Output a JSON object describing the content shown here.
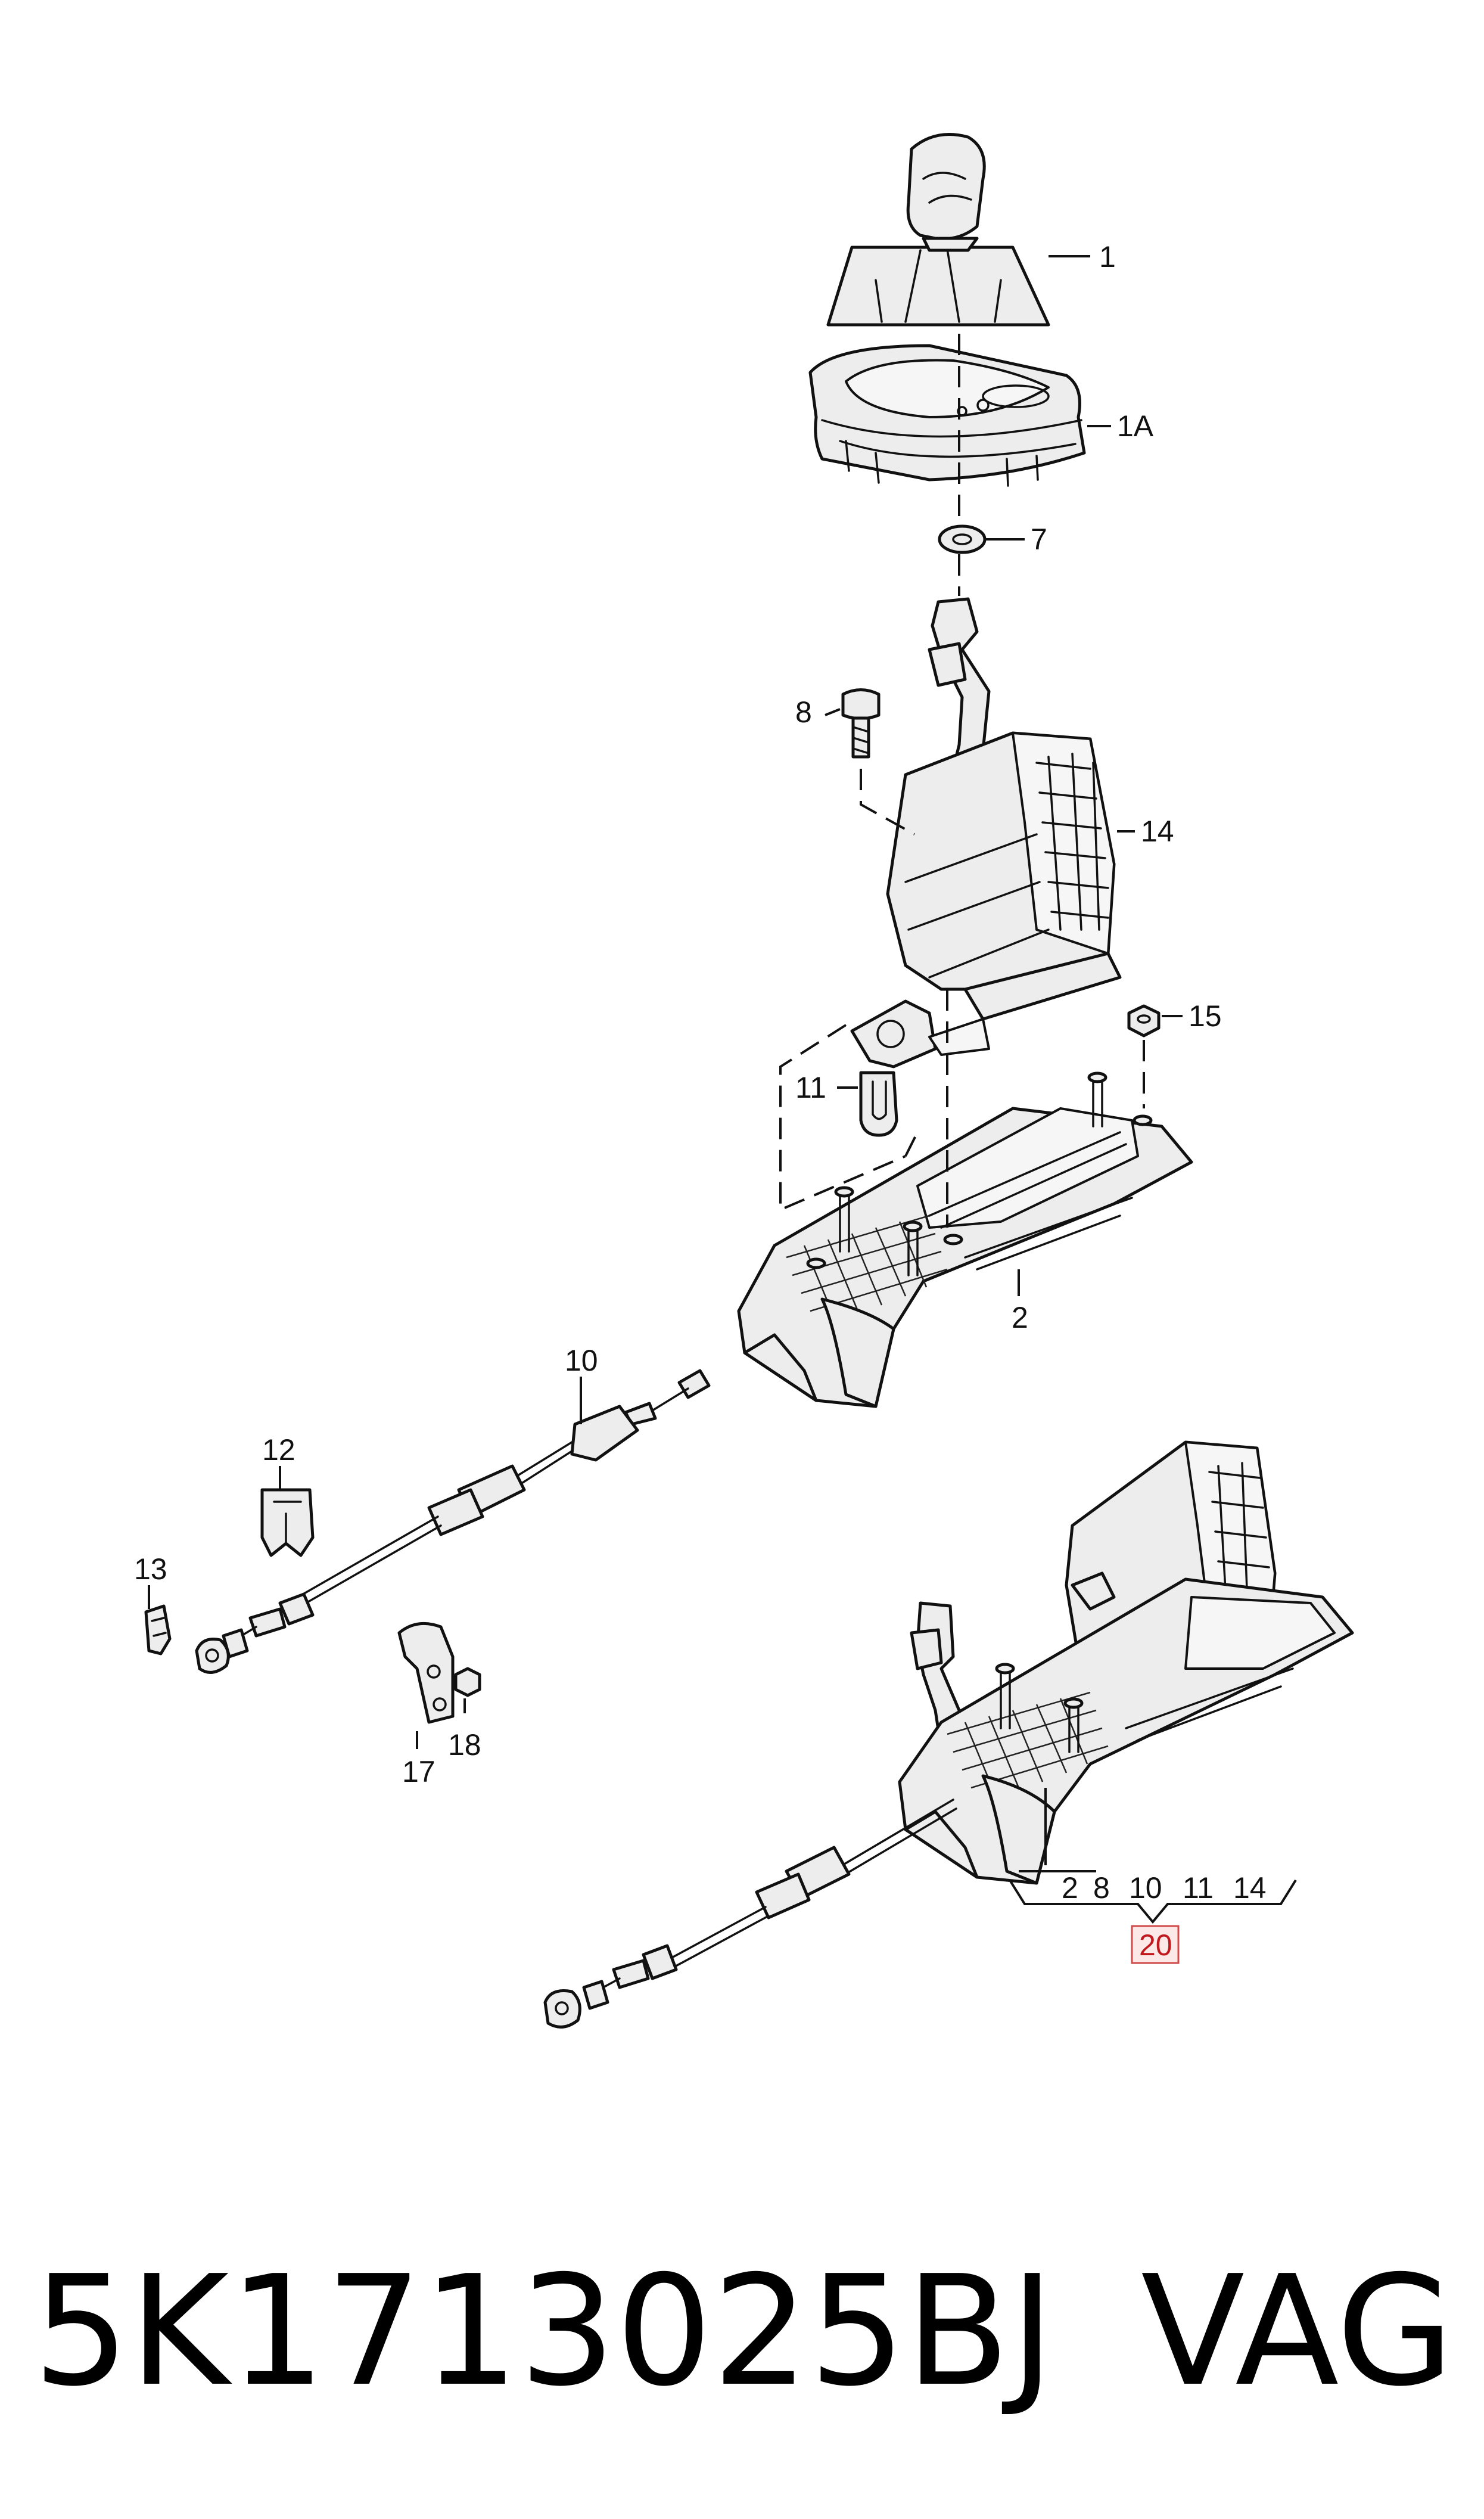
{
  "callouts": {
    "c1": "1",
    "c1a": "1A",
    "c7": "7",
    "c8": "8",
    "c14": "14",
    "c15": "15",
    "c11": "11",
    "c2": "2",
    "c10": "10",
    "c12": "12",
    "c13": "13",
    "c17": "17",
    "c18": "18",
    "group": [
      "2",
      "8",
      "10",
      "11",
      "14"
    ],
    "c20": "20"
  },
  "footer": {
    "part_number": "5K1713025BJ",
    "brand": "VAG"
  },
  "colors": {
    "highlight_box": "#fde8e8",
    "highlight_text": "#c0181c"
  }
}
